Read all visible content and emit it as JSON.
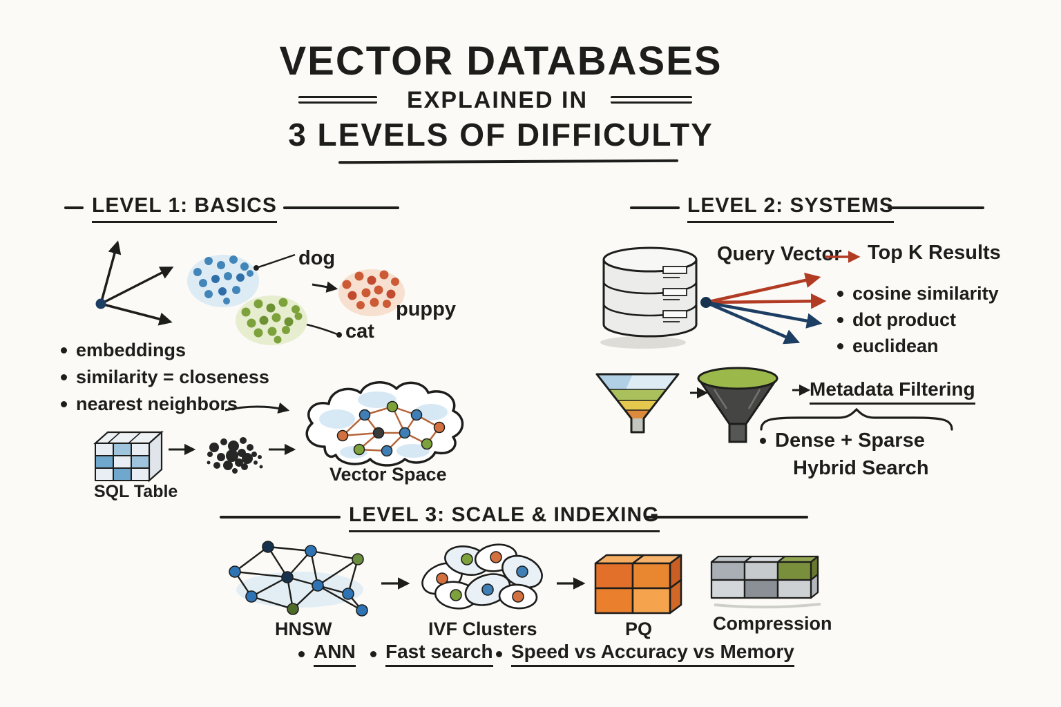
{
  "title": {
    "line1": "VECTOR DATABASES",
    "line2": "EXPLAINED IN",
    "line3": "3 LEVELS OF DIFFICULTY"
  },
  "level1": {
    "heading": "LEVEL 1: BASICS",
    "cluster_labels": {
      "blue": "dog",
      "orange": "puppy",
      "green": "cat"
    },
    "bullets": [
      "embeddings",
      "similarity = closeness",
      "nearest neighbors"
    ],
    "sql_table_label": "SQL Table",
    "vector_space_label": "Vector Space"
  },
  "level2": {
    "heading": "LEVEL 2: SYSTEMS",
    "query_flow": {
      "from": "Query Vector",
      "to": "Top K Results"
    },
    "distance_metrics": [
      "cosine similarity",
      "dot product",
      "euclidean"
    ],
    "metadata_filtering": "Metadata Filtering",
    "hybrid_search": {
      "line1": "Dense + Sparse",
      "line2": "Hybrid Search"
    }
  },
  "level3": {
    "heading": "LEVEL 3: SCALE & INDEXING",
    "stages": [
      {
        "label": "HNSW"
      },
      {
        "label": "IVF Clusters"
      },
      {
        "label": "PQ"
      },
      {
        "label": "Compression"
      }
    ],
    "bullets": [
      "ANN",
      "Fast search",
      "Speed vs Accuracy vs Memory"
    ]
  },
  "colors": {
    "ink": "#1d1d1b",
    "paper": "#fbfaf7",
    "blue": "#4285b8",
    "navy": "#1d3e63",
    "orange": "#cc5a35",
    "green": "#7da23c",
    "red-arrow": "#b23b24",
    "cloud-blue": "#cde3f2",
    "pq-orange": "#e8872f",
    "funnel-green": "#9ab94a",
    "funnel-yellow": "#e5c84e",
    "gray-block": "#a9afb5"
  }
}
